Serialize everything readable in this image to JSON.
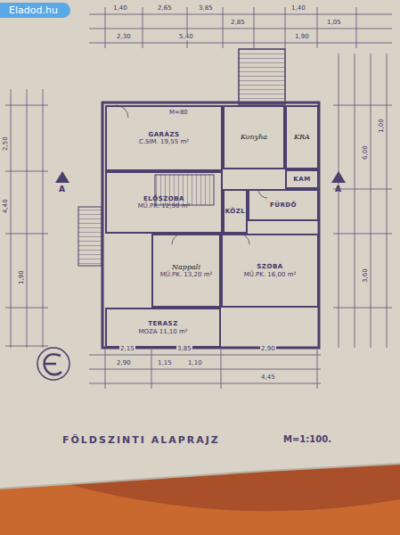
{
  "diagram": {
    "nodes": [
      {
        "text": [
          "GARÁZS",
          "C.SIM. 19,55 m²"
        ]
      },
      {
        "text": [
          "Konyha"
        ]
      },
      {
        "text": [
          "KRA"
        ]
      },
      {
        "text": [
          "KAM"
        ]
      },
      {
        "text": [
          "ELŐSZOBA",
          "MŰ.PK. 12,90 m²"
        ]
      },
      {
        "text": [
          "KÖZL"
        ]
      },
      {
        "text": [
          "FÜRDŐ"
        ]
      },
      {
        "text": [
          "Nappali",
          "MŰ.PK. 13,20 m²"
        ]
      },
      {
        "text": [
          "SZOBA",
          "MŰ.PK. 16,00 m²"
        ]
      },
      {
        "text": [
          "TERASZ",
          "MOZA 11,10 m²"
        ]
      }
    ],
    "labels": [
      "Eladod.hu",
      "FÖLDSZINTI ALAPRAJZ",
      "M=1:100.",
      "M=80",
      "1,40",
      "2,65",
      "3,85",
      "2,85",
      "1,40",
      "1,05",
      "2,30",
      "5,40",
      "1,90",
      "2,15",
      "3,85",
      "2,90",
      "2,90",
      "1,15",
      "1,10",
      "4,45",
      "2,50",
      "4,40",
      "1,90",
      "6,00",
      "3,60",
      "1,00",
      "A",
      "A"
    ]
  }
}
